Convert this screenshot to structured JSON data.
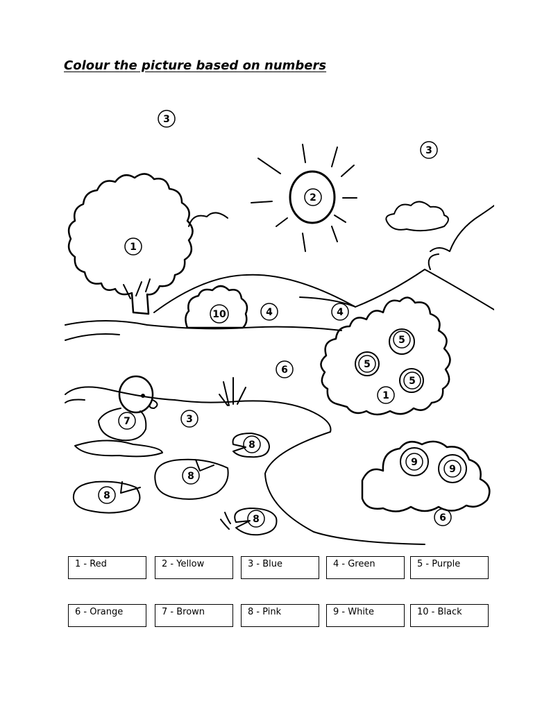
{
  "worksheet": {
    "title": "Colour the picture based on numbers"
  },
  "scene": {
    "region_numbers": {
      "sky_left": "3",
      "sky_right": "3",
      "sun": "2",
      "tree_left": "1",
      "bush_small": "10",
      "hill_front": "4",
      "hill_back": "4",
      "grass": "6",
      "bush_right": "1",
      "flower_a": "5",
      "flower_b": "5",
      "flower_c": "5",
      "duck": "7",
      "pond": "3",
      "lily_pad_a": "8",
      "lily_pad_b": "8",
      "lily_pad_c": "8",
      "lily_pad_d": "8",
      "white_flower_a": "9",
      "white_flower_b": "9",
      "grass_bank": "6"
    }
  },
  "colour_key": [
    "1 - Red",
    "2 - Yellow",
    "3 - Blue",
    "4 - Green",
    "5 - Purple",
    "6 - Orange",
    "7 - Brown",
    "8 - Pink",
    "9 - White",
    "10 - Black"
  ]
}
